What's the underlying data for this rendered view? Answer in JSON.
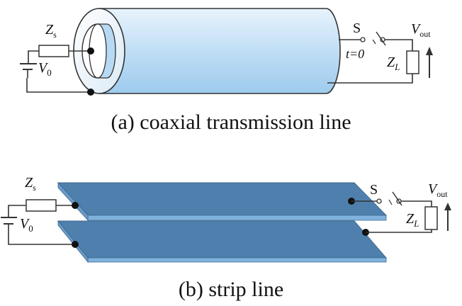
{
  "coax": {
    "caption": "(a) coaxial transmission line",
    "source_impedance": "Z",
    "source_impedance_sub": "s",
    "source_voltage": "V",
    "source_voltage_sub": "0",
    "switch_label": "S",
    "switch_time": "t=0",
    "load_impedance": "Z",
    "load_impedance_sub": "L",
    "output_voltage": "V",
    "output_voltage_sub": "out"
  },
  "strip": {
    "caption": "(b) strip line",
    "source_impedance": "Z",
    "source_impedance_sub": "s",
    "source_voltage": "V",
    "source_voltage_sub": "0",
    "switch_label": "S",
    "load_impedance": "Z",
    "load_impedance_sub": "L",
    "output_voltage": "V",
    "output_voltage_sub": "out"
  },
  "colors": {
    "coax_fill_light": "#e6f2fb",
    "coax_fill_dark": "#a9d0ef",
    "strip_fill": "#4f80ad",
    "strip_edge": "#7fb2dc",
    "wire": "#333333"
  }
}
